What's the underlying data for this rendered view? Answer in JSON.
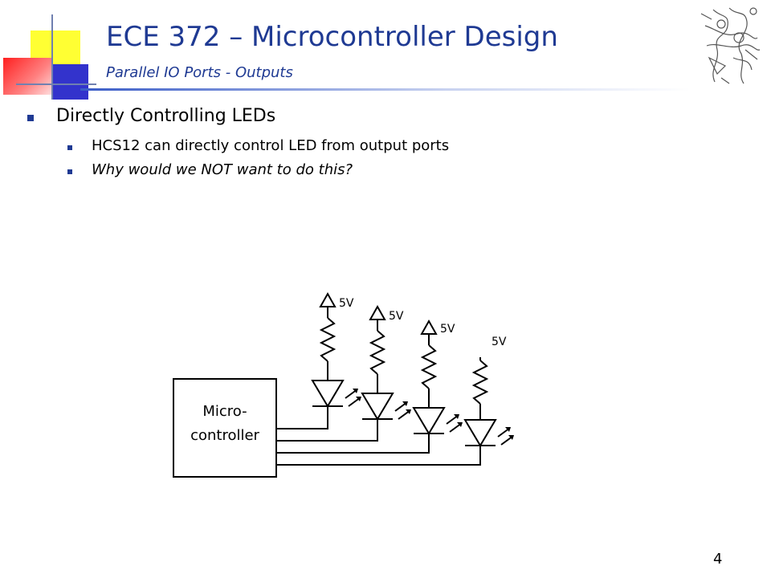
{
  "header": {
    "title": "ECE 372 – Microcontroller Design",
    "subtitle": "Parallel IO Ports - Outputs"
  },
  "bullets": {
    "main": "Directly Controlling LEDs",
    "sub": [
      "HCS12 can directly control LED from output ports",
      "Why would we NOT want to do this?"
    ]
  },
  "diagram": {
    "mcu_label_line1": "Micro-",
    "mcu_label_line2": "controller",
    "supplies": [
      "5V",
      "5V",
      "5V",
      "5V"
    ]
  },
  "footer": {
    "page_number": "4"
  },
  "colors": {
    "title": "#1f3a93",
    "accent_yellow": "#ffff33",
    "accent_blue": "#3333cc",
    "accent_red": "#ff3333"
  }
}
